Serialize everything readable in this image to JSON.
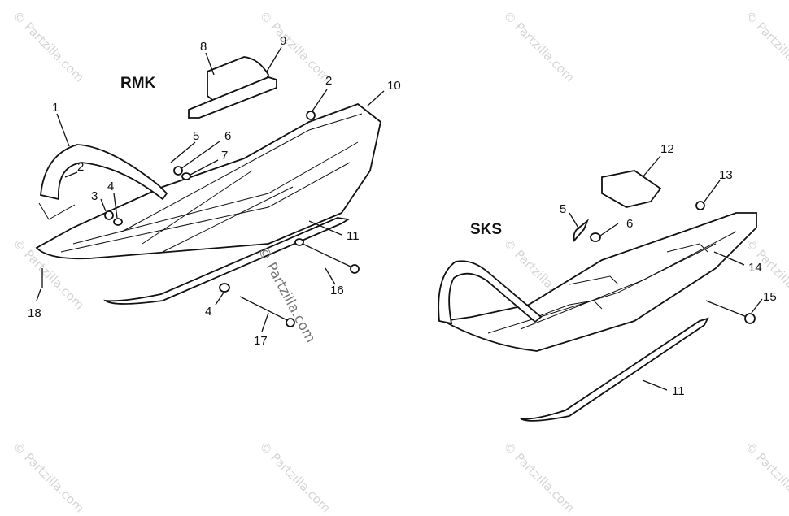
{
  "watermark": "© Partzilla.com",
  "center_watermark": "© Partzilla.com",
  "models": {
    "rmk": "RMK",
    "sks": "SKS"
  },
  "callouts": {
    "rmk_1": "1",
    "rmk_2a": "2",
    "rmk_2b": "2",
    "rmk_3": "3",
    "rmk_4a": "4",
    "rmk_4b": "4",
    "rmk_5": "5",
    "rmk_6": "6",
    "rmk_7": "7",
    "rmk_8": "8",
    "rmk_9": "9",
    "rmk_10": "10",
    "rmk_11": "11",
    "rmk_16": "16",
    "rmk_17": "17",
    "rmk_18": "18",
    "sks_5": "5",
    "sks_6": "6",
    "sks_11": "11",
    "sks_12": "12",
    "sks_13": "13",
    "sks_14": "14",
    "sks_15": "15"
  }
}
